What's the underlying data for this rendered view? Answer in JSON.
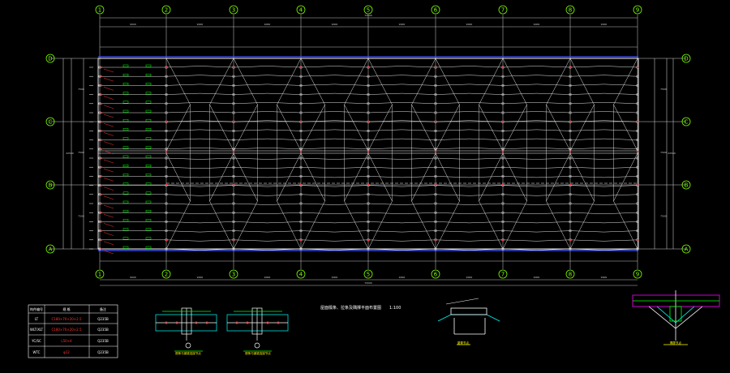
{
  "plan": {
    "column_axes": [
      "1",
      "2",
      "3",
      "4",
      "5",
      "6",
      "7",
      "8",
      "9"
    ],
    "row_axes": [
      "D",
      "C",
      "B",
      "A"
    ],
    "top_bay_dims": [
      "9000",
      "9000",
      "9000",
      "9000",
      "9000",
      "9000",
      "9000",
      "9000"
    ],
    "bottom_bay_dims": [
      "9000",
      "9000",
      "9000",
      "9000",
      "9000",
      "9000",
      "9000",
      "9000"
    ],
    "top_total_dim": "72000",
    "bottom_total_dim": "72000",
    "left_span_dims": [
      "7500",
      "7500",
      "7500"
    ],
    "right_span_dims": [
      "7500",
      "7500",
      "7500"
    ],
    "total_span_dim": "22500"
  },
  "notes": {
    "main_title": "屋面檩条、拉条及隅撑平面布置图",
    "main_scale": "1:100"
  },
  "legend_table": {
    "headers": [
      "构件编号",
      "规 格",
      "备注"
    ],
    "rows": [
      {
        "code": "LT",
        "spec": "C180×70×20×2.5",
        "note": "Q235B"
      },
      {
        "code": "WLT/XLT",
        "spec": "C180×70×20×2.5",
        "note": "Q235B"
      },
      {
        "code": "YC/SC",
        "spec": "L50×4",
        "note": "Q235B"
      },
      {
        "code": "WTC",
        "spec": "φ12",
        "note": "Q235B"
      }
    ]
  },
  "details": {
    "detail1_title": "檩条与钢梁连接节点",
    "detail2_title": "檩条与钢梁连接节点",
    "detail3_title": "屋脊节点",
    "detail4_title": "隅撑节点"
  },
  "colors": {
    "background": "#000000",
    "structure": "#ffffff",
    "axis": "#7fff00",
    "highlight": "#ff3333",
    "purlin_mark": "#00ff00",
    "eave_line": "#4455ff",
    "detail_cyan": "#00ffff",
    "detail_yellow": "#ffff00",
    "detail_magenta": "#ff00ff"
  }
}
